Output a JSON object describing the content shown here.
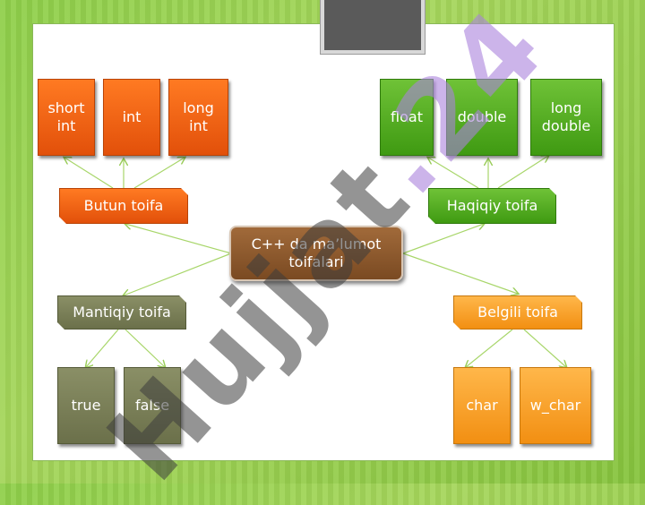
{
  "diagram": {
    "center": "C++ da ma’lumot\ntoifalari",
    "categories": {
      "integer": "Butun toifa",
      "real": "Haqiqiy toifa",
      "logical": "Mantiqiy toifa",
      "symbol": "Belgili toifa"
    },
    "leaves": {
      "short_int": "short\nint",
      "int": "int",
      "long_int": "long\nint",
      "float": "float",
      "double": "double",
      "long_double": "long\ndouble",
      "true": "true",
      "false": "false",
      "char": "char",
      "w_char": "w_char"
    }
  },
  "watermark": {
    "main": "Hujjat",
    "tail": ".24"
  },
  "colors": {
    "integer": "#f0600f",
    "real": "#55b025",
    "logical": "#7b805a",
    "symbol": "#f5a02a",
    "center": "#8b5a2e",
    "connector": "#a8d66a"
  }
}
